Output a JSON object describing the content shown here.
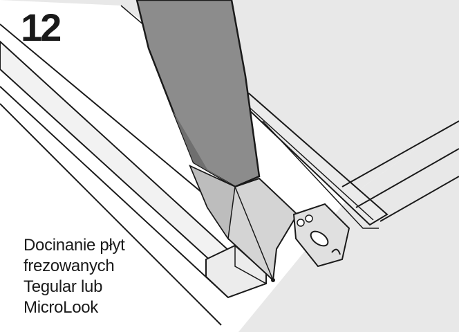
{
  "step": {
    "number": "12"
  },
  "caption": {
    "lines": [
      "Docinanie płyt",
      "frezowanych",
      "Tegular lub",
      "MicroLook"
    ]
  },
  "colors": {
    "background": "#ffffff",
    "outline": "#1a1a1a",
    "panel": "#e6e6e6",
    "panel_light": "#f0f0f0",
    "knife_handle": "#8c8c8c",
    "blade": "#d4d4d4"
  }
}
